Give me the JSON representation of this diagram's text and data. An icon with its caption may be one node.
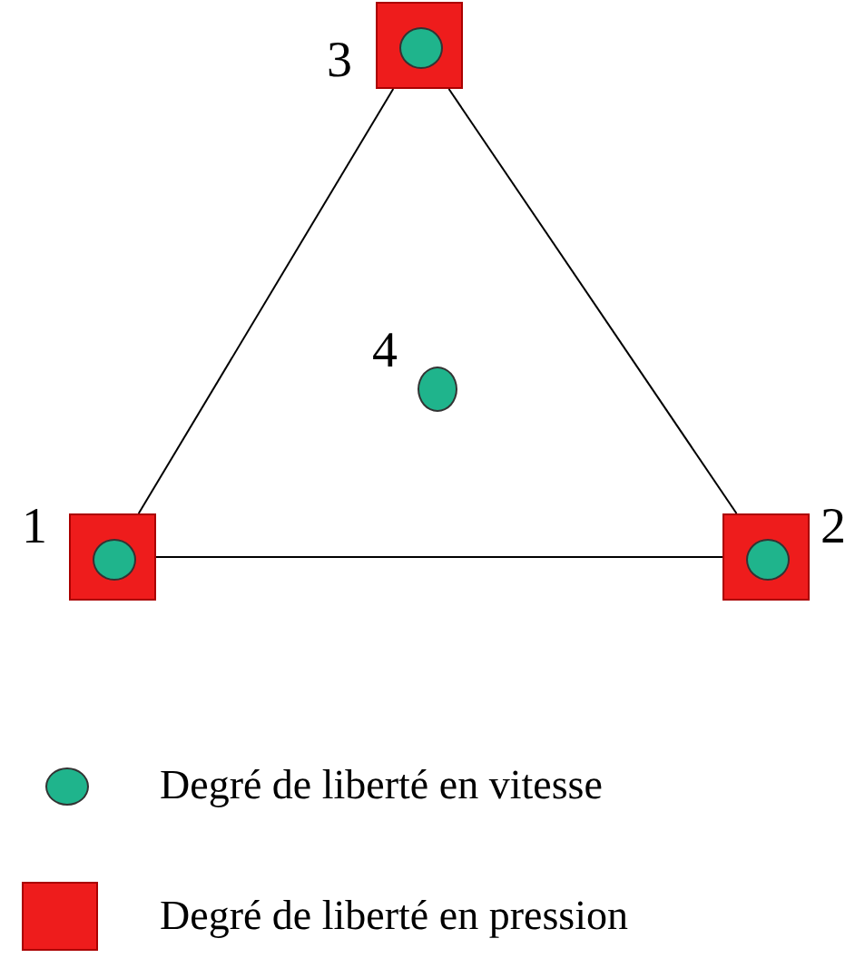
{
  "diagram": {
    "nodes": [
      {
        "text": [],
        "shape": "box",
        "beside": [
          "1"
        ]
      },
      {
        "text": [],
        "shape": "box",
        "beside": [
          "2"
        ]
      },
      {
        "text": [],
        "shape": "box",
        "beside": [
          "3"
        ]
      },
      {
        "text": [],
        "shape": "circle",
        "beside": [
          "4"
        ]
      }
    ],
    "edges": [
      {
        "from": 0,
        "to": 1,
        "arrow": "none"
      },
      {
        "from": 1,
        "to": 2,
        "arrow": "none"
      },
      {
        "from": 2,
        "to": 0,
        "arrow": "none"
      }
    ],
    "legend": [
      {
        "text": "Degré de liberté en vitesse"
      },
      {
        "text": "Degré de liberté en pression",
        "color": "#ee1c1c"
      }
    ]
  }
}
